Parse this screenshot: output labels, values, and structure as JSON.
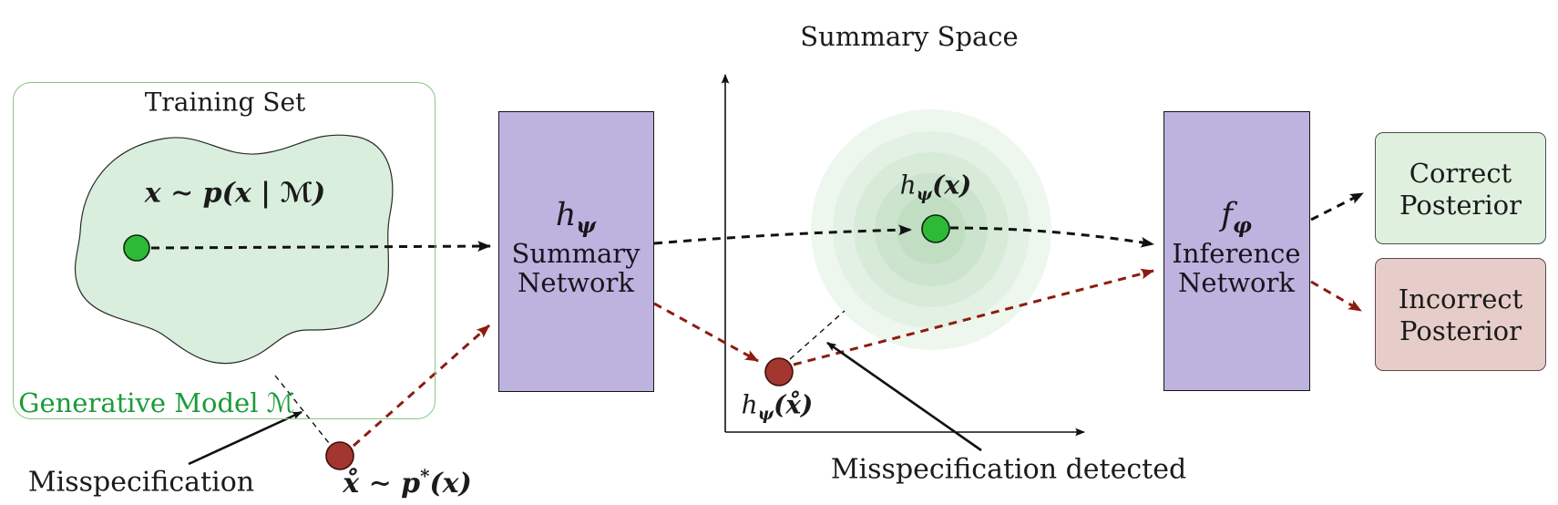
{
  "training": {
    "title": "Training Set",
    "sample_label": "x ∼ p(x | ℳ)",
    "generative_label": "Generative Model ℳ"
  },
  "misspecification": {
    "label": "Misspecification",
    "xo_pre": "x̊ ∼ p",
    "xo_sup": "*",
    "xo_post": "(x)"
  },
  "summary_network": {
    "symbol_main": "h",
    "symbol_sub": "ψ",
    "line1": "Summary",
    "line2": "Network"
  },
  "summary_space": {
    "title": "Summary Space",
    "green_point_pre": "h",
    "green_point_sub": "ψ",
    "green_point_post": "(x)",
    "red_point_pre": "h",
    "red_point_sub": "ψ",
    "red_point_post": "(x̊)",
    "detected_label": "Misspecification detected"
  },
  "inference_network": {
    "symbol_main": "f",
    "symbol_sub": "φ",
    "line1": "Inference",
    "line2": "Network"
  },
  "outputs": {
    "correct_line1": "Correct",
    "correct_line2": "Posterior",
    "incorrect_line1": "Incorrect",
    "incorrect_line2": "Posterior"
  },
  "colors": {
    "panel_border_green": "#84c884",
    "blob_fill": "#d9eedd",
    "generative_text_green": "#1a9c38",
    "green_dot": "#2dbb37",
    "red_dot": "#a3362f",
    "red_dash": "#8e1b10",
    "network_purple": "#beb2df",
    "correct_fill": "#dff0df",
    "incorrect_fill": "#e7cdc9",
    "ink": "#1b1b1b"
  }
}
